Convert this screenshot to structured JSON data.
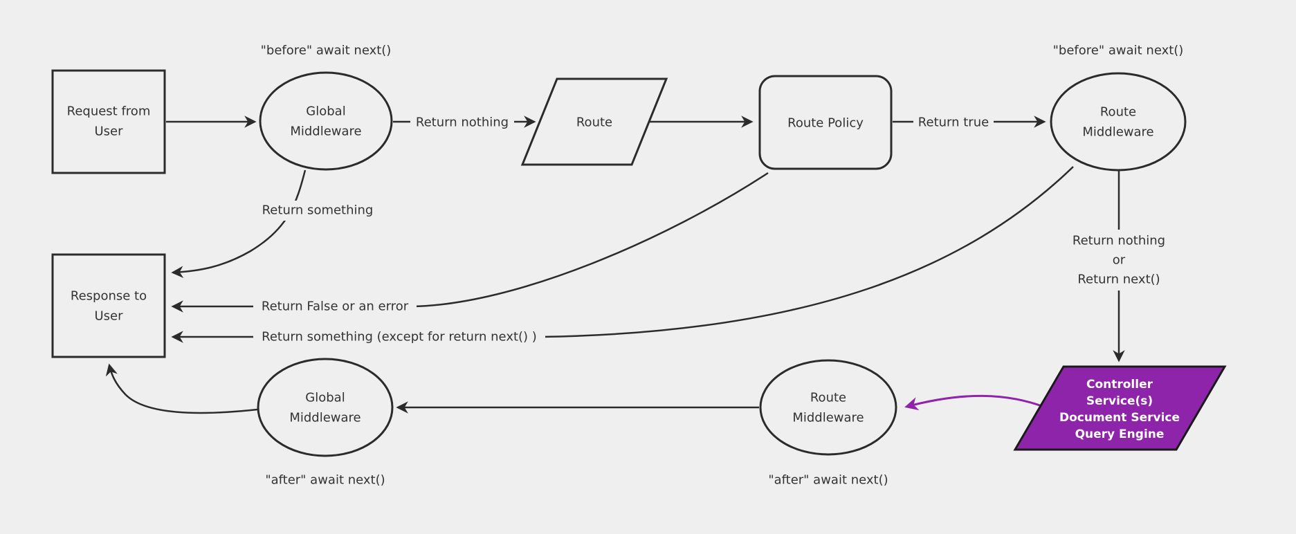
{
  "diagram": {
    "type": "flowchart",
    "description": "Middleware request/response pipeline flowchart",
    "colors": {
      "background": "#efefef",
      "line": "#2b2b2b",
      "text": "#333333",
      "node_fill": "#efefef",
      "highlight_fill": "#8e24aa",
      "highlight_text": "#ffffff",
      "highlight_arrow": "#8e24aa"
    },
    "nodes": {
      "request_from_user": {
        "shape": "rectangle",
        "lines": [
          "Request from",
          "User"
        ]
      },
      "global_middleware_top": {
        "shape": "ellipse",
        "lines": [
          "Global",
          "Middleware"
        ]
      },
      "route": {
        "shape": "parallelogram",
        "lines": [
          "Route"
        ]
      },
      "route_policy": {
        "shape": "rounded_rectangle",
        "lines": [
          "Route Policy"
        ]
      },
      "route_middleware_top": {
        "shape": "ellipse",
        "lines": [
          "Route",
          "Middleware"
        ]
      },
      "response_to_user": {
        "shape": "rectangle",
        "lines": [
          "Response to",
          "User"
        ]
      },
      "global_middleware_bottom": {
        "shape": "ellipse",
        "lines": [
          "Global",
          "Middleware"
        ]
      },
      "route_middleware_bottom": {
        "shape": "ellipse",
        "lines": [
          "Route",
          "Middleware"
        ]
      },
      "controller_services": {
        "shape": "parallelogram",
        "highlighted": true,
        "lines": [
          "Controller",
          "Service(s)",
          "Document Service",
          "Query Engine"
        ]
      }
    },
    "annotations": {
      "before_await_global": "\"before\" await next()",
      "before_await_route": "\"before\" await next()",
      "after_await_global": "\"after\" await next()",
      "after_await_route": "\"after\" await next()"
    },
    "edge_labels": {
      "return_nothing": "Return nothing",
      "return_true": "Return true",
      "return_something": "Return something",
      "return_false_or_error": "Return False or an error",
      "return_something_except": "Return something (except for return next() )",
      "return_nothing_or": {
        "line1": "Return nothing",
        "line2": "or",
        "line3": "Return next()"
      }
    },
    "edges": [
      {
        "from": "request_from_user",
        "to": "global_middleware_top",
        "label": ""
      },
      {
        "from": "global_middleware_top",
        "to": "route",
        "label": "Return nothing"
      },
      {
        "from": "route",
        "to": "route_policy",
        "label": ""
      },
      {
        "from": "route_policy",
        "to": "route_middleware_top",
        "label": "Return true"
      },
      {
        "from": "global_middleware_top",
        "to": "response_to_user",
        "label": "Return something"
      },
      {
        "from": "route_policy",
        "to": "response_to_user",
        "label": "Return False or an error"
      },
      {
        "from": "route_middleware_top",
        "to": "response_to_user",
        "label": "Return something (except for return next() )"
      },
      {
        "from": "route_middleware_top",
        "to": "controller_services",
        "label": "Return nothing or Return next()"
      },
      {
        "from": "controller_services",
        "to": "route_middleware_bottom",
        "label": "",
        "color": "#8e24aa"
      },
      {
        "from": "route_middleware_bottom",
        "to": "global_middleware_bottom",
        "label": ""
      },
      {
        "from": "global_middleware_bottom",
        "to": "response_to_user",
        "label": ""
      }
    ]
  }
}
